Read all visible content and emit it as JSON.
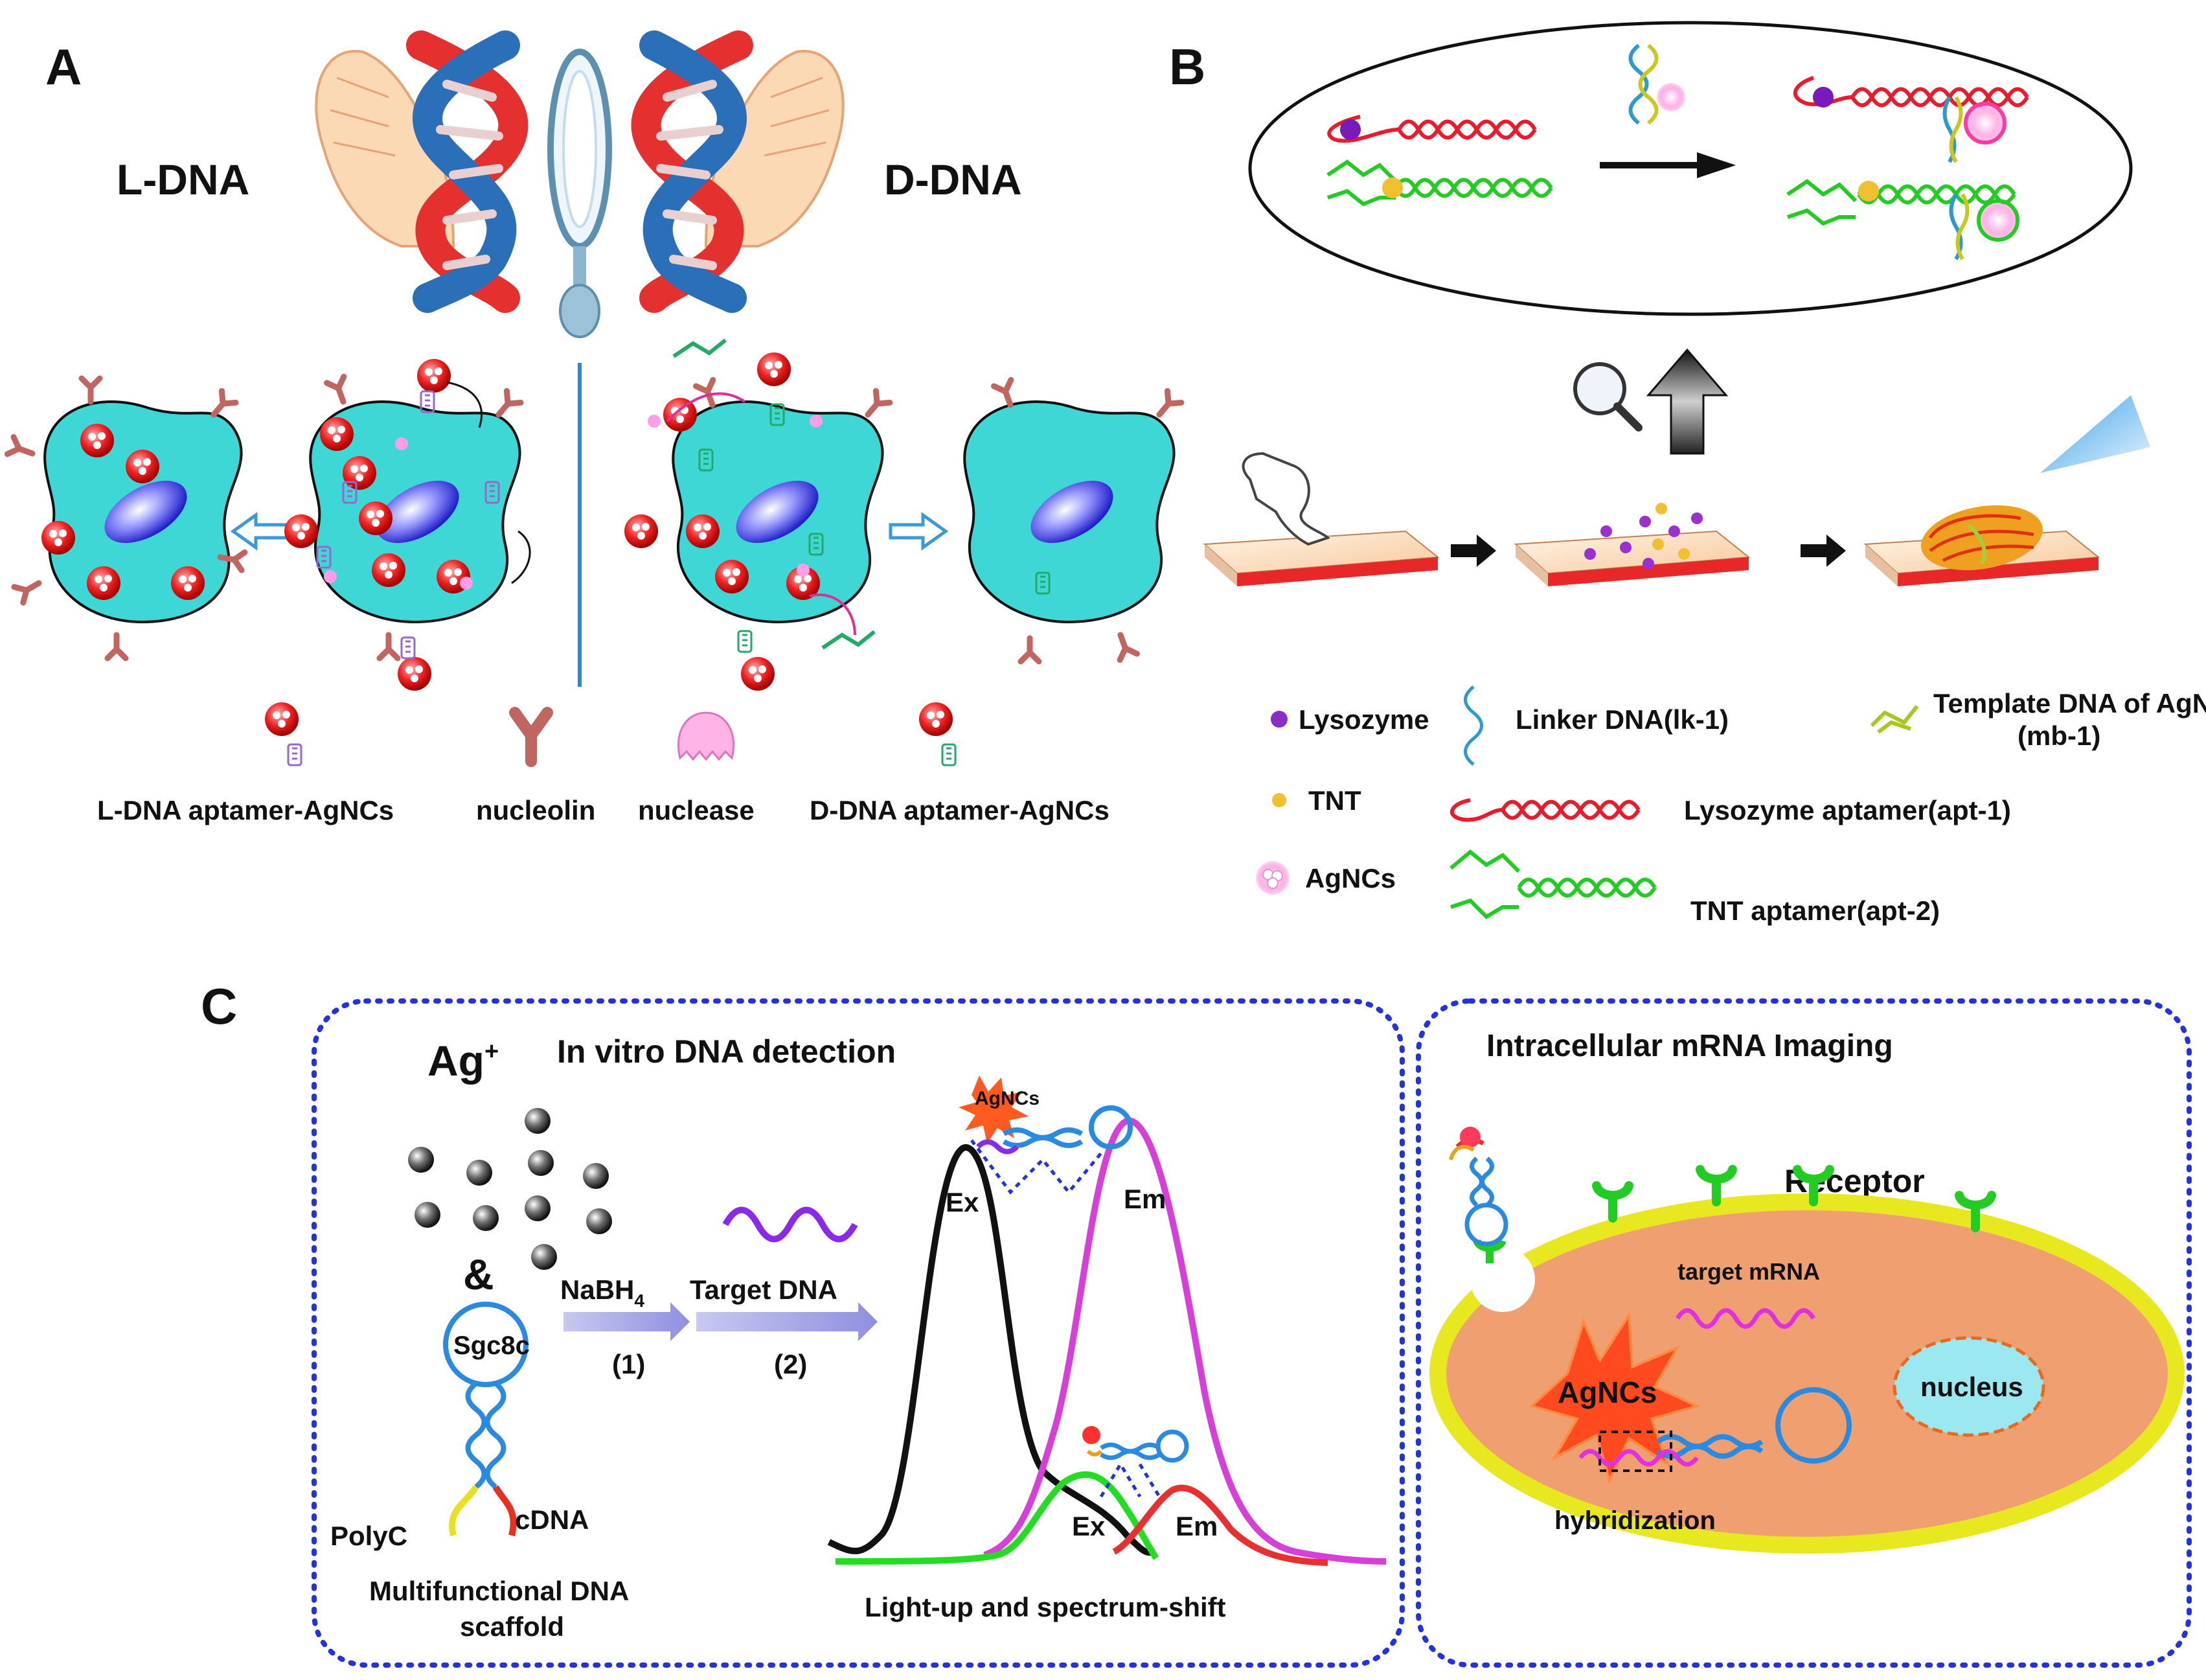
{
  "panel_a": {
    "letter": "A",
    "left_title": "L-DNA",
    "right_title": "D-DNA",
    "legend": {
      "l_aptamer": "L-DNA aptamer-AgNCs",
      "nucleolin": "nucleolin",
      "nuclease": "nuclease",
      "d_aptamer": "D-DNA aptamer-AgNCs"
    }
  },
  "panel_b": {
    "letter": "B",
    "legend": {
      "lysozyme": "Lysozyme",
      "tnt": "TNT",
      "agncs": "AgNCs",
      "linker": "Linker DNA(lk-1)",
      "template_line1": "Template DNA of AgNCs",
      "template_line2": "(mb-1)",
      "lysozyme_aptamer": "Lysozyme aptamer(apt-1)",
      "tnt_aptamer": "TNT aptamer(apt-2)"
    }
  },
  "panel_c": {
    "letter": "C",
    "left_box": {
      "title": "In vitro DNA detection",
      "ag_ion": "Ag",
      "ag_charge": "+",
      "ampersand": "&",
      "sgc8c": "Sgc8c",
      "polyc": "PolyC",
      "cdna": "cDNA",
      "scaffold_line1": "Multifunctional DNA",
      "scaffold_line2": "scaffold",
      "nabh4": "NaBH",
      "nabh4_sub": "4",
      "step1": "(1)",
      "target_dna": "Target DNA",
      "step2": "(2)",
      "agncs_tag": "AgNCs",
      "ex_high": "Ex",
      "em_high": "Em",
      "ex_low": "Ex",
      "em_low": "Em",
      "caption": "Light-up and spectrum-shift"
    },
    "right_box": {
      "title": "Intracellular mRNA Imaging",
      "receptor": "Receptor",
      "target_mrna": "target mRNA",
      "agncs": "AgNCs",
      "nucleus": "nucleus",
      "hybridization": "hybridization"
    }
  },
  "colors": {
    "cell_fill": "#3fd6d6",
    "dotted_border": "#2233dd",
    "l_strand": "#e81c2c",
    "tnt_strand": "#22cc22",
    "em_curve": "#d640d8",
    "black_curve": "#111111"
  }
}
